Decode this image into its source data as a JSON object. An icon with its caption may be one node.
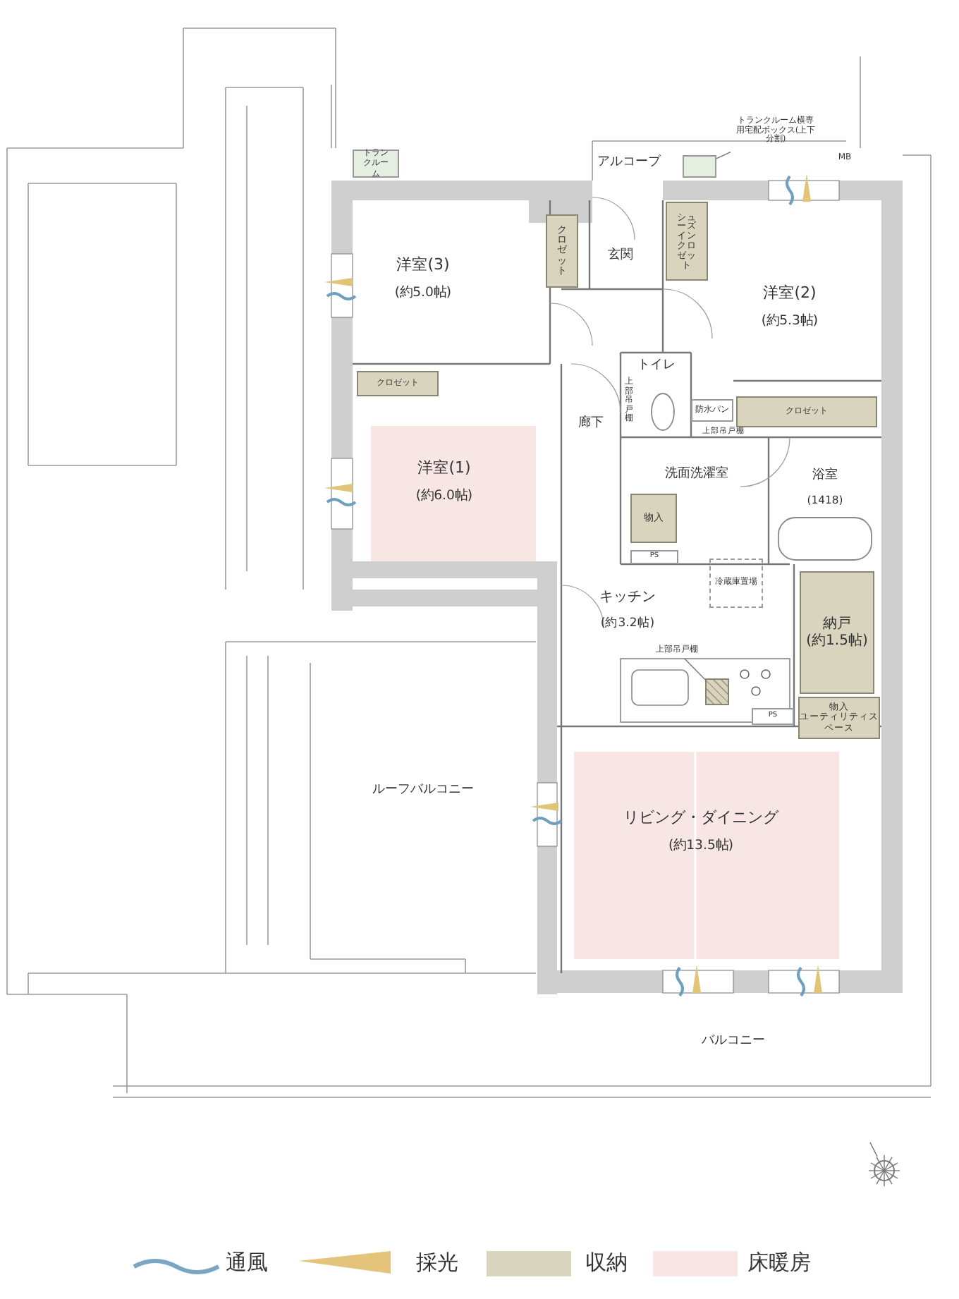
{
  "diagram": {
    "nodes": [
      {
        "text": [
          "トランクルーム"
        ]
      },
      {
        "text": [],
        "shape": "box"
      },
      {
        "text": [
          "トランクルーム横専用宅配ボックス(上下分割)"
        ]
      },
      {
        "text": [
          "アルコーブ"
        ]
      },
      {
        "text": [
          "MB"
        ]
      },
      {
        "text": [
          "洋室(3)",
          "(約5.0帖)"
        ]
      },
      {
        "text": [
          "クロゼット"
        ]
      },
      {
        "text": [
          "玄関"
        ]
      },
      {
        "text": [
          "シューズインクロゼット"
        ]
      },
      {
        "text": [
          "洋室(2)",
          "(約5.3帖)"
        ]
      },
      {
        "text": [
          "クロゼット"
        ]
      },
      {
        "text": [
          "洋室(1)",
          "(約6.0帖)"
        ]
      },
      {
        "text": [
          "トイレ"
        ]
      },
      {
        "text": [
          "廊下"
        ]
      },
      {
        "text": [
          "防水パン"
        ]
      },
      {
        "text": [
          "クロゼット"
        ]
      },
      {
        "text": [
          "洗面洗濯室"
        ]
      },
      {
        "text": [
          "浴室",
          "(1418)"
        ]
      },
      {
        "text": [
          "物入"
        ]
      },
      {
        "text": [
          "PS"
        ]
      },
      {
        "text": [
          "冷蔵庫置場"
        ]
      },
      {
        "text": [
          "キッチン",
          "(約3.2帖)"
        ]
      },
      {
        "text": [
          "納戸",
          "(約1.5帖)"
        ]
      },
      {
        "text": [
          "上部吊戸棚"
        ]
      },
      {
        "text": [],
        "shape": "box"
      },
      {
        "text": [
          "PS"
        ]
      },
      {
        "text": [
          "物入",
          "ユーティリティスペース"
        ]
      },
      {
        "text": [
          "ルーフバルコニー"
        ]
      },
      {
        "text": [
          "リビング・ダイニング",
          "(約13.5帖)"
        ]
      },
      {
        "text": [
          "バルコニー"
        ]
      }
    ],
    "edges": [
      {
        "from": 2,
        "to": 1,
        "arrow": "none"
      },
      {
        "from": 23,
        "to": 24,
        "arrow": "none"
      }
    ],
    "labels": [
      "上部吊戸棚",
      "上部吊戸棚"
    ],
    "legend": [
      {
        "text": "通風"
      },
      {
        "text": "採光"
      },
      {
        "text": "収納",
        "color": "#d9d4be"
      },
      {
        "text": "床暖房",
        "color": "#f8e6e4"
      }
    ]
  }
}
